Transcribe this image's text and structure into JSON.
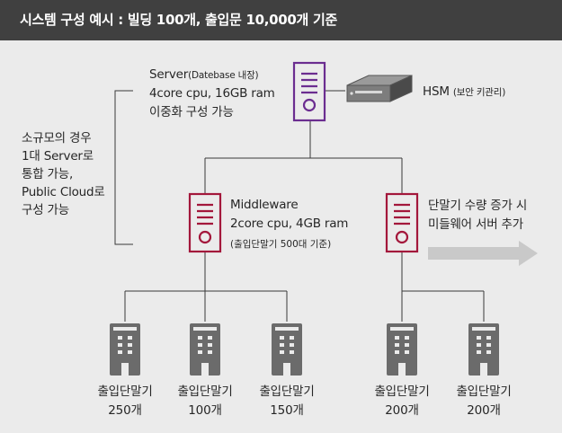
{
  "title": "시스템 구성 예시 : 빌딩 100개, 출입문 10,000개 기준",
  "server": {
    "name": "Server",
    "name_note": "(Datebase 내장)",
    "spec": "4core cpu, 16GB ram",
    "redundancy": "이중화 구성 가능",
    "icon": "server-icon",
    "color": "#6b2d90"
  },
  "hsm": {
    "label": "HSM",
    "note": "(보안 키관리)",
    "icon": "hsm-appliance-icon"
  },
  "side_note": {
    "lines": [
      "소규모의 경우",
      "1대 Server로",
      "통합 가능,",
      "Public Cloud로",
      "구성 가능"
    ]
  },
  "middleware": {
    "name": "Middleware",
    "spec": "2core cpu, 4GB ram",
    "capacity": "(출입단말기 500대 기준)",
    "icon": "server-icon",
    "color": "#a3173b"
  },
  "expansion": {
    "lines": [
      "단말기 수량 증가 시",
      "미들웨어 서버 추가"
    ],
    "icon": "arrow-right-icon"
  },
  "terminals": [
    {
      "label": "출입단말기",
      "count": "250개"
    },
    {
      "label": "출입단말기",
      "count": "100개"
    },
    {
      "label": "출입단말기",
      "count": "150개"
    },
    {
      "label": "출입단말기",
      "count": "200개"
    },
    {
      "label": "출입단말기",
      "count": "200개"
    }
  ],
  "terminal_icon": "building-icon"
}
